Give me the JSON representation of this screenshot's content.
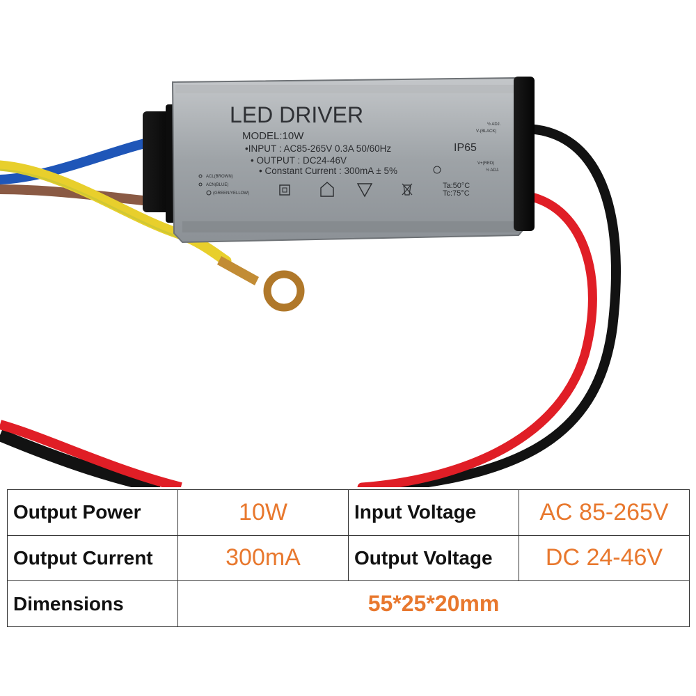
{
  "product_label": {
    "title": "LED DRIVER",
    "model": "MODEL:10W",
    "input": "•INPUT : AC85-265V 0.3A 50/60Hz",
    "output": "• OUTPUT : DC24-46V",
    "current": "• Constant Current : 300mA ± 5%",
    "rating": "IP65",
    "ta": "Ta:50°C",
    "tc": "Tc:75°C",
    "neg_adj": "½ ADJ.",
    "neg_wire": "V-(BLACK)",
    "pos_wire": "V+(RED)",
    "pos_adj": "½ ADJ.",
    "acl": "ACL(BROWN)",
    "acn": "ACN(BLUE)",
    "ground": "(GREEN/YELLOW)"
  },
  "specs": {
    "output_power_label": "Output Power",
    "output_power_value": "10W",
    "input_voltage_label": "Input Voltage",
    "input_voltage_value": "AC 85-265V",
    "output_current_label": "Output Current",
    "output_current_value": "300mA",
    "output_voltage_label": "Output Voltage",
    "output_voltage_value": "DC 24-46V",
    "dimensions_label": "Dimensions",
    "dimensions_value": "55*25*20mm"
  },
  "colors": {
    "value_orange": "#e8782e",
    "wire_red": "#e01e26",
    "wire_black": "#121212",
    "wire_blue": "#1f56b8",
    "wire_brown": "#8a5a44",
    "wire_yellow": "#e8cf2c",
    "housing": "#9fa4a8"
  }
}
